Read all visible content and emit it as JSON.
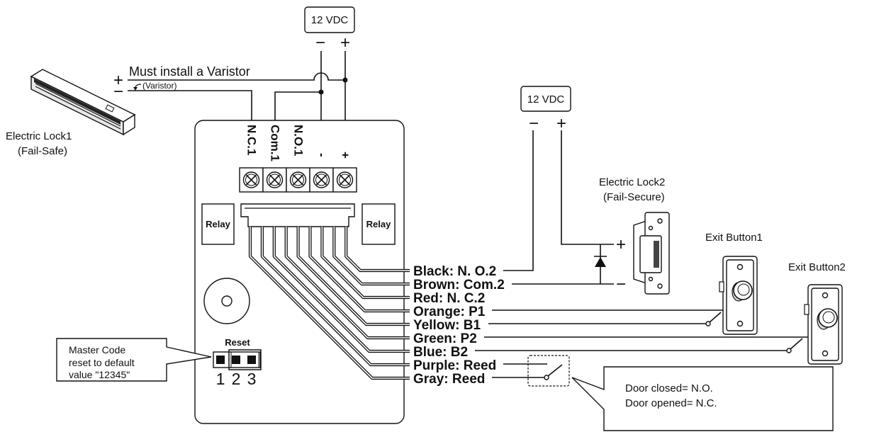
{
  "power_supply_1": {
    "label": "12 VDC",
    "minus": "−",
    "plus": "+"
  },
  "lock1": {
    "name": "Electric Lock1",
    "type": "(Fail-Safe)",
    "plus": "+",
    "minus": "−",
    "varistor_note": "Must install a Varistor",
    "varistor_label": "(Varistor)"
  },
  "controller": {
    "terminals": [
      "N.C.1",
      "Com.1",
      "N.O.1",
      "-",
      "+"
    ],
    "relay_left": "Relay",
    "relay_right": "Relay",
    "reset_label": "Reset",
    "jumper_pins": [
      "1",
      "2",
      "3"
    ],
    "wires": [
      "Black: N. O.2",
      "Brown: Com.2",
      "Red: N. C.2",
      "Orange: P1",
      "Yellow: B1",
      "Green: P2",
      "Blue: B2",
      "Purple: Reed",
      "Gray: Reed"
    ]
  },
  "master_code_callout": {
    "lines": [
      "Master Code",
      "reset to default",
      "value \"12345\""
    ]
  },
  "power_supply_2": {
    "label": "12 VDC",
    "minus": "−",
    "plus": "+"
  },
  "lock2": {
    "name": "Electric Lock2",
    "type": "(Fail-Secure)",
    "plus": "+",
    "minus": "−"
  },
  "exit_button_1": {
    "label": "Exit Button1"
  },
  "exit_button_2": {
    "label": "Exit Button2"
  },
  "door_callout": {
    "lines": [
      "Door closed= N.O.",
      "Door opened= N.C."
    ]
  }
}
